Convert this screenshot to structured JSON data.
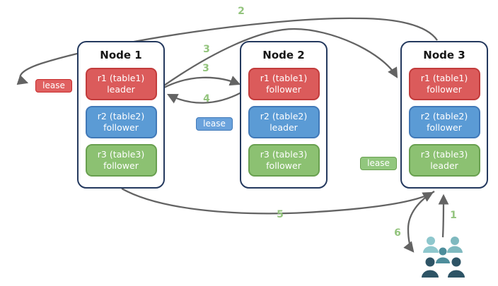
{
  "diagram_type": "raft-leases-distribution",
  "colors": {
    "replica_red": "#DB5B5B",
    "replica_red_border": "#C23C3C",
    "replica_blue": "#5B9BD5",
    "replica_blue_border": "#4179B8",
    "replica_green": "#8CC172",
    "replica_green_border": "#69A050",
    "node_border": "#24395E",
    "arrow_gray": "#636363",
    "step_number_green": "#93C47D",
    "users_back_left": "#8EC7CD",
    "users_back_right": "#7FB9BF",
    "users_center": "#4D8D9B",
    "users_front": "#2E5466"
  },
  "nodes": [
    {
      "title": "Node 1",
      "replicas": [
        {
          "range": "r1 (table1)",
          "role": "leader"
        },
        {
          "range": "r2 (table2)",
          "role": "follower"
        },
        {
          "range": "r3 (table3)",
          "role": "follower"
        }
      ]
    },
    {
      "title": "Node 2",
      "replicas": [
        {
          "range": "r1 (table1)",
          "role": "follower"
        },
        {
          "range": "r2 (table2)",
          "role": "leader"
        },
        {
          "range": "r3 (table3)",
          "role": "follower"
        }
      ]
    },
    {
      "title": "Node 3",
      "replicas": [
        {
          "range": "r1 (table1)",
          "role": "follower"
        },
        {
          "range": "r2 (table2)",
          "role": "follower"
        },
        {
          "range": "r3 (table3)",
          "role": "leader"
        }
      ]
    }
  ],
  "leases": [
    {
      "label": "lease",
      "color": "red"
    },
    {
      "label": "lease",
      "color": "blue"
    },
    {
      "label": "lease",
      "color": "green"
    }
  ],
  "steps": [
    {
      "label": "1"
    },
    {
      "label": "2"
    },
    {
      "label": "3"
    },
    {
      "label": "3"
    },
    {
      "label": "4"
    },
    {
      "label": "5"
    },
    {
      "label": "6"
    }
  ]
}
